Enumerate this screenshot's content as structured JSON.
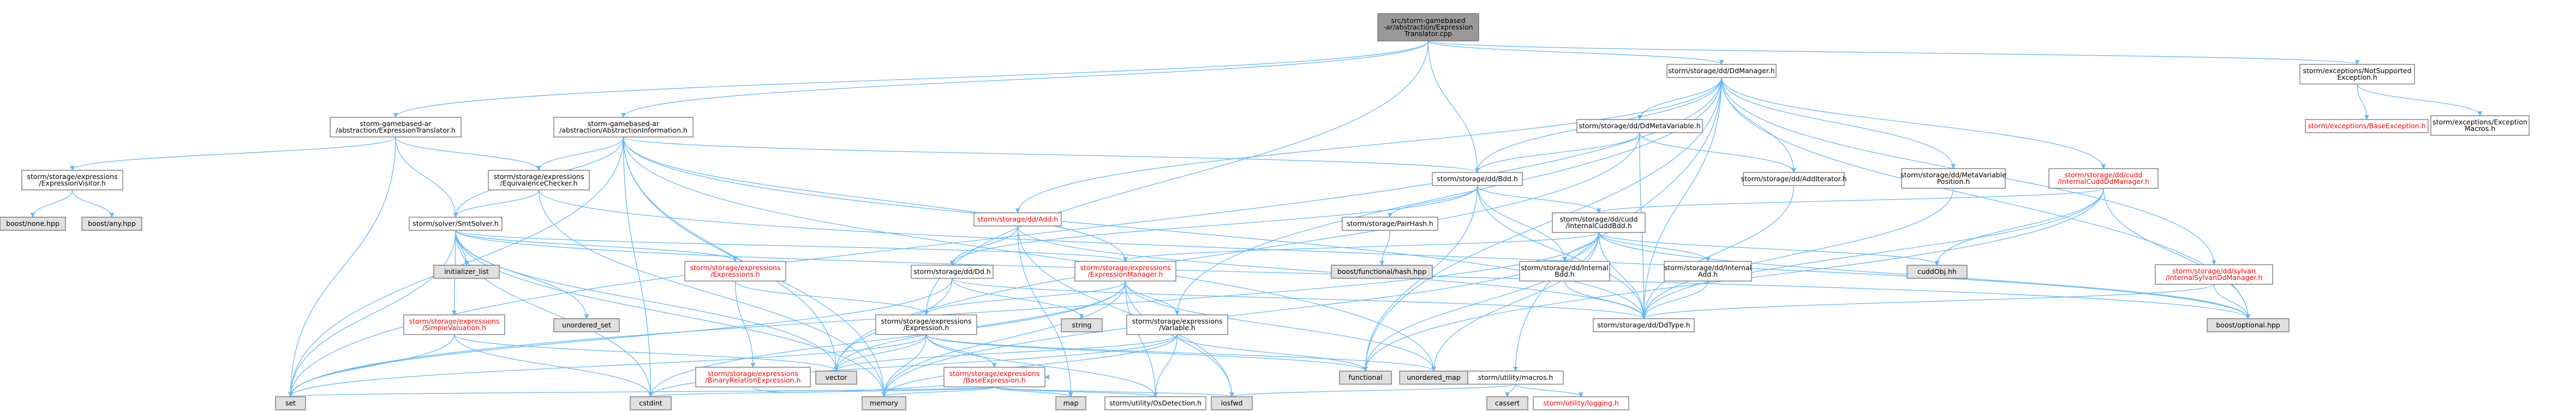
{
  "colors": {
    "root_fill": "#999999",
    "normal_fill": "#ffffff",
    "external_fill": "#e0e0e0",
    "border": "#666666",
    "text": "#000000",
    "red_text": "#ff0000",
    "edge": "#63b8ff"
  },
  "nodes": [
    {
      "id": "root",
      "lines": [
        "src/storm-gamebased",
        "-ar/abstraction/Expression",
        "Translator.cpp"
      ],
      "kind": "root"
    },
    {
      "id": "ddmanager",
      "lines": [
        "storm/storage/dd/DdManager.h"
      ],
      "kind": "normal"
    },
    {
      "id": "notsupported",
      "lines": [
        "storm/exceptions/NotSupported",
        "Exception.h"
      ],
      "kind": "normal"
    },
    {
      "id": "exprtrans",
      "lines": [
        "storm-gamebased-ar",
        "/abstraction/ExpressionTranslator.h"
      ],
      "kind": "normal"
    },
    {
      "id": "absinfo",
      "lines": [
        "storm-gamebased-ar",
        "/abstraction/AbstractionInformation.h"
      ],
      "kind": "normal"
    },
    {
      "id": "ddmetavar",
      "lines": [
        "storm/storage/dd/DdMetaVariable.h"
      ],
      "kind": "normal"
    },
    {
      "id": "baseexc",
      "lines": [
        "storm/exceptions/BaseException.h"
      ],
      "kind": "red"
    },
    {
      "id": "excmacros",
      "lines": [
        "storm/exceptions/Exception",
        "Macros.h"
      ],
      "kind": "normal"
    },
    {
      "id": "exprvisitor",
      "lines": [
        "storm/storage/expressions",
        "/ExpressionVisitor.h"
      ],
      "kind": "normal"
    },
    {
      "id": "equivchecker",
      "lines": [
        "storm/storage/expressions",
        "/EquivalenceChecker.h"
      ],
      "kind": "normal"
    },
    {
      "id": "bdd",
      "lines": [
        "storm/storage/dd/Bdd.h"
      ],
      "kind": "normal"
    },
    {
      "id": "ddaddit",
      "lines": [
        "storm/storage/dd/AddIterator.h"
      ],
      "kind": "normal"
    },
    {
      "id": "metavarpos",
      "lines": [
        "storm/storage/dd/MetaVariable",
        "Position.h"
      ],
      "kind": "normal"
    },
    {
      "id": "cuddmgr",
      "lines": [
        "storm/storage/dd/cudd",
        "/InternalCuddDdManager.h"
      ],
      "kind": "red"
    },
    {
      "id": "boostnone",
      "lines": [
        "boost/none.hpp"
      ],
      "kind": "external"
    },
    {
      "id": "boostany",
      "lines": [
        "boost/any.hpp"
      ],
      "kind": "external"
    },
    {
      "id": "smtsolver",
      "lines": [
        "storm/solver/SmtSolver.h"
      ],
      "kind": "normal"
    },
    {
      "id": "pairhash",
      "lines": [
        "storm/storage/PairHash.h"
      ],
      "kind": "normal"
    },
    {
      "id": "cuddbdd",
      "lines": [
        "storm/storage/dd/cudd",
        "/InternalCuddBdd.h"
      ],
      "kind": "normal"
    },
    {
      "id": "add",
      "lines": [
        "storm/storage/dd/Add.h"
      ],
      "kind": "red"
    },
    {
      "id": "sylvanmgr",
      "lines": [
        "storm/storage/dd/sylvan",
        "/InternalSylvanDdManager.h"
      ],
      "kind": "red"
    },
    {
      "id": "initlist",
      "lines": [
        "initializer_list"
      ],
      "kind": "external"
    },
    {
      "id": "exprsh",
      "lines": [
        "storm/storage/expressions",
        "/Expressions.h"
      ],
      "kind": "red"
    },
    {
      "id": "boosthash",
      "lines": [
        "boost/functional/hash.hpp"
      ],
      "kind": "external"
    },
    {
      "id": "exprmgr",
      "lines": [
        "storm/storage/expressions",
        "/ExpressionManager.h"
      ],
      "kind": "red"
    },
    {
      "id": "ddh",
      "lines": [
        "storm/storage/dd/Dd.h"
      ],
      "kind": "normal"
    },
    {
      "id": "internalbdd",
      "lines": [
        "storm/storage/dd/Internal",
        "Bdd.h"
      ],
      "kind": "normal"
    },
    {
      "id": "internaladd",
      "lines": [
        "storm/storage/dd/Internal",
        "Add.h"
      ],
      "kind": "normal"
    },
    {
      "id": "cuddobj",
      "lines": [
        "cuddObj.hh"
      ],
      "kind": "external"
    },
    {
      "id": "simpleval",
      "lines": [
        "storm/storage/expressions",
        "/SimpleValuation.h"
      ],
      "kind": "red"
    },
    {
      "id": "unorderedset",
      "lines": [
        "unordered_set"
      ],
      "kind": "external"
    },
    {
      "id": "string",
      "lines": [
        "string"
      ],
      "kind": "external"
    },
    {
      "id": "expression",
      "lines": [
        "storm/storage/expressions",
        "/Expression.h"
      ],
      "kind": "normal"
    },
    {
      "id": "variable",
      "lines": [
        "storm/storage/expressions",
        "/Variable.h"
      ],
      "kind": "normal"
    },
    {
      "id": "ddtype",
      "lines": [
        "storm/storage/dd/DdType.h"
      ],
      "kind": "normal"
    },
    {
      "id": "boostoptional",
      "lines": [
        "boost/optional.hpp"
      ],
      "kind": "external"
    },
    {
      "id": "vector",
      "lines": [
        "vector"
      ],
      "kind": "external"
    },
    {
      "id": "binrel",
      "lines": [
        "storm/storage/expressions",
        "/BinaryRelationExpression.h"
      ],
      "kind": "red"
    },
    {
      "id": "baseexpr",
      "lines": [
        "storm/storage/expressions",
        "/BaseExpression.h"
      ],
      "kind": "red"
    },
    {
      "id": "functional",
      "lines": [
        "functional"
      ],
      "kind": "external"
    },
    {
      "id": "unorderedmap",
      "lines": [
        "unordered_map"
      ],
      "kind": "external"
    },
    {
      "id": "macros",
      "lines": [
        "storm/utility/macros.h"
      ],
      "kind": "normal"
    },
    {
      "id": "set",
      "lines": [
        "set"
      ],
      "kind": "external"
    },
    {
      "id": "cstdint",
      "lines": [
        "cstdint"
      ],
      "kind": "external"
    },
    {
      "id": "memory",
      "lines": [
        "memory"
      ],
      "kind": "external"
    },
    {
      "id": "map",
      "lines": [
        "map"
      ],
      "kind": "external"
    },
    {
      "id": "osdetection",
      "lines": [
        "storm/utility/OsDetection.h"
      ],
      "kind": "normal"
    },
    {
      "id": "iosfwd",
      "lines": [
        "iosfwd"
      ],
      "kind": "external"
    },
    {
      "id": "cassert",
      "lines": [
        "cassert"
      ],
      "kind": "external"
    },
    {
      "id": "logging",
      "lines": [
        "storm/utility/logging.h"
      ],
      "kind": "red"
    }
  ],
  "edges": [
    [
      "root",
      "ddmanager"
    ],
    [
      "root",
      "notsupported"
    ],
    [
      "root",
      "exprtrans"
    ],
    [
      "root",
      "absinfo"
    ],
    [
      "root",
      "bdd"
    ],
    [
      "root",
      "expression"
    ],
    [
      "notsupported",
      "baseexc"
    ],
    [
      "notsupported",
      "excmacros"
    ],
    [
      "ddmanager",
      "ddmetavar"
    ],
    [
      "ddmanager",
      "bdd"
    ],
    [
      "ddmanager",
      "ddaddit"
    ],
    [
      "ddmanager",
      "metavarpos"
    ],
    [
      "ddmanager",
      "cuddmgr"
    ],
    [
      "ddmanager",
      "sylvanmgr"
    ],
    [
      "ddmanager",
      "add"
    ],
    [
      "ddmanager",
      "variable"
    ],
    [
      "ddmanager",
      "ddtype"
    ],
    [
      "ddmanager",
      "boostoptional"
    ],
    [
      "ddmanager",
      "functional"
    ],
    [
      "ddmanager",
      "macros"
    ],
    [
      "ddmanager",
      "set"
    ],
    [
      "exprtrans",
      "exprvisitor"
    ],
    [
      "exprtrans",
      "smtsolver"
    ],
    [
      "exprtrans",
      "set"
    ],
    [
      "exprtrans",
      "equivchecker"
    ],
    [
      "absinfo",
      "equivchecker"
    ],
    [
      "absinfo",
      "smtsolver"
    ],
    [
      "absinfo",
      "bdd"
    ],
    [
      "absinfo",
      "vector"
    ],
    [
      "absinfo",
      "set"
    ],
    [
      "absinfo",
      "cstdint"
    ],
    [
      "absinfo",
      "memory"
    ],
    [
      "absinfo",
      "unorderedmap"
    ],
    [
      "absinfo",
      "ddtype"
    ],
    [
      "absinfo",
      "exprmgr"
    ],
    [
      "ddmetavar",
      "bdd"
    ],
    [
      "ddmetavar",
      "ddaddit"
    ],
    [
      "ddmetavar",
      "ddtype"
    ],
    [
      "ddmetavar",
      "vector"
    ],
    [
      "exprvisitor",
      "boostnone"
    ],
    [
      "exprvisitor",
      "boostany"
    ],
    [
      "equivchecker",
      "smtsolver"
    ],
    [
      "equivchecker",
      "memory"
    ],
    [
      "equivchecker",
      "boostoptional"
    ],
    [
      "bdd",
      "pairhash"
    ],
    [
      "bdd",
      "cuddbdd"
    ],
    [
      "bdd",
      "ddh"
    ],
    [
      "bdd",
      "internalbdd"
    ],
    [
      "bdd",
      "ddtype"
    ],
    [
      "bdd",
      "functional"
    ],
    [
      "ddaddit",
      "ddtype"
    ],
    [
      "metavarpos",
      "ddtype"
    ],
    [
      "cuddmgr",
      "cuddbdd"
    ],
    [
      "cuddmgr",
      "cuddobj"
    ],
    [
      "cuddmgr",
      "boostoptional"
    ],
    [
      "cuddmgr",
      "ddtype"
    ],
    [
      "cuddmgr",
      "functional"
    ],
    [
      "smtsolver",
      "initlist"
    ],
    [
      "smtsolver",
      "exprsh"
    ],
    [
      "smtsolver",
      "exprmgr"
    ],
    [
      "smtsolver",
      "simpleval"
    ],
    [
      "smtsolver",
      "unorderedset"
    ],
    [
      "smtsolver",
      "vector"
    ],
    [
      "smtsolver",
      "set"
    ],
    [
      "smtsolver",
      "cstdint"
    ],
    [
      "smtsolver",
      "memory"
    ],
    [
      "smtsolver",
      "boostoptional"
    ],
    [
      "pairhash",
      "boosthash"
    ],
    [
      "cuddbdd",
      "internalbdd"
    ],
    [
      "cuddbdd",
      "internaladd"
    ],
    [
      "cuddbdd",
      "ddtype"
    ],
    [
      "cuddbdd",
      "cuddobj"
    ],
    [
      "cuddbdd",
      "exprmgr"
    ],
    [
      "cuddbdd",
      "set"
    ],
    [
      "cuddbdd",
      "unorderedmap"
    ],
    [
      "cuddbdd",
      "functional"
    ],
    [
      "cuddbdd",
      "memory"
    ],
    [
      "cuddbdd",
      "boostoptional"
    ],
    [
      "add",
      "ddh"
    ],
    [
      "add",
      "ddtype"
    ],
    [
      "add",
      "map"
    ],
    [
      "add",
      "iosfwd"
    ],
    [
      "sylvanmgr",
      "ddtype"
    ],
    [
      "sylvanmgr",
      "boostoptional"
    ],
    [
      "exprsh",
      "expression"
    ],
    [
      "exprsh",
      "binrel"
    ],
    [
      "exprmgr",
      "variable"
    ],
    [
      "exprmgr",
      "expression"
    ],
    [
      "exprmgr",
      "unorderedmap"
    ],
    [
      "exprmgr",
      "vector"
    ],
    [
      "exprmgr",
      "memory"
    ],
    [
      "exprmgr",
      "osdetection"
    ],
    [
      "exprmgr",
      "iosfwd"
    ],
    [
      "exprmgr",
      "cstdint"
    ],
    [
      "ddh",
      "ddtype"
    ],
    [
      "ddh",
      "vector"
    ],
    [
      "ddh",
      "set"
    ],
    [
      "ddh",
      "string"
    ],
    [
      "internalbdd",
      "ddtype"
    ],
    [
      "internaladd",
      "ddtype"
    ],
    [
      "simpleval",
      "vector"
    ],
    [
      "simpleval",
      "set"
    ],
    [
      "simpleval",
      "cstdint"
    ],
    [
      "expression",
      "baseexpr"
    ],
    [
      "expression",
      "functional"
    ],
    [
      "expression",
      "vector"
    ],
    [
      "expression",
      "memory"
    ],
    [
      "expression",
      "unorderedmap"
    ],
    [
      "expression",
      "osdetection"
    ],
    [
      "expression",
      "set"
    ],
    [
      "variable",
      "functional"
    ],
    [
      "variable",
      "vector"
    ],
    [
      "variable",
      "memory"
    ],
    [
      "variable",
      "cstdint"
    ],
    [
      "variable",
      "osdetection"
    ],
    [
      "baseexpr",
      "memory"
    ],
    [
      "baseexpr",
      "map"
    ],
    [
      "baseexpr",
      "set"
    ],
    [
      "baseexpr",
      "iosfwd"
    ],
    [
      "baseexpr",
      "osdetection"
    ],
    [
      "baseexpr",
      "cstdint"
    ],
    [
      "binrel",
      "baseexpr"
    ],
    [
      "macros",
      "cassert"
    ],
    [
      "macros",
      "logging"
    ],
    [
      "macros",
      "iosfwd"
    ]
  ]
}
